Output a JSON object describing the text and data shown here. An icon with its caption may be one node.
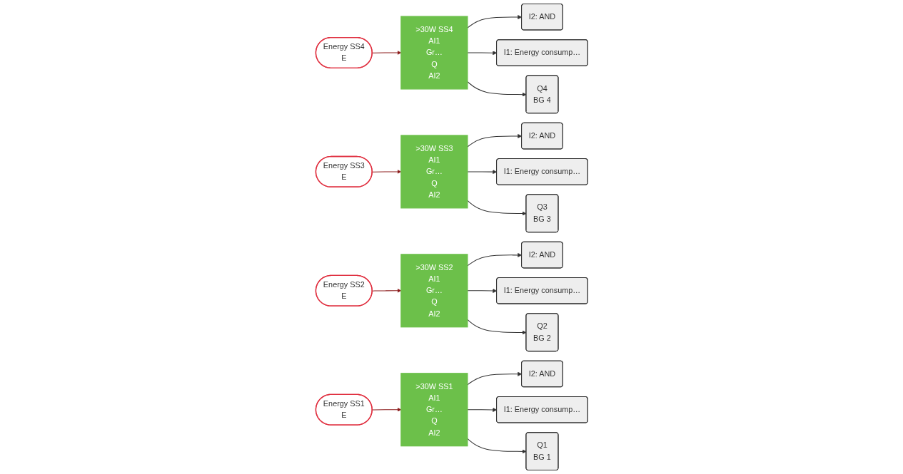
{
  "diagram": {
    "nodes": [
      {
        "text": [
          "Energy SS4",
          "E"
        ]
      },
      {
        "text": [
          ">30W SS4",
          "AI1",
          "Gr…",
          "Q",
          "AI2"
        ]
      },
      {
        "text": [
          "I2: AND"
        ]
      },
      {
        "text": [
          "I1: Energy consump…"
        ]
      },
      {
        "text": [
          "Q4",
          "BG 4"
        ]
      },
      {
        "text": [
          "Energy SS3",
          "E"
        ]
      },
      {
        "text": [
          ">30W SS3",
          "AI1",
          "Gr…",
          "Q",
          "AI2"
        ]
      },
      {
        "text": [
          "I2: AND"
        ]
      },
      {
        "text": [
          "I1: Energy consump…"
        ]
      },
      {
        "text": [
          "Q3",
          "BG 3"
        ]
      },
      {
        "text": [
          "Energy SS2",
          "E"
        ]
      },
      {
        "text": [
          ">30W SS2",
          "AI1",
          "Gr…",
          "Q",
          "AI2"
        ]
      },
      {
        "text": [
          "I2: AND"
        ]
      },
      {
        "text": [
          "I1: Energy consump…"
        ]
      },
      {
        "text": [
          "Q2",
          "BG 2"
        ]
      },
      {
        "text": [
          "Energy SS1",
          "E"
        ]
      },
      {
        "text": [
          ">30W SS1",
          "AI1",
          "Gr…",
          "Q",
          "AI2"
        ]
      },
      {
        "text": [
          "I2: AND"
        ]
      },
      {
        "text": [
          "I1: Energy consump…"
        ]
      },
      {
        "text": [
          "Q1",
          "BG 1"
        ]
      }
    ],
    "edges": [
      {
        "from": 0,
        "to": 1,
        "arrow": "to",
        "color": "#8b1a1a"
      },
      {
        "from": 1,
        "to": 2,
        "arrow": "to"
      },
      {
        "from": 1,
        "to": 3,
        "arrow": "to"
      },
      {
        "from": 1,
        "to": 4,
        "arrow": "to"
      },
      {
        "from": 5,
        "to": 6,
        "arrow": "to",
        "color": "#8b1a1a"
      },
      {
        "from": 6,
        "to": 7,
        "arrow": "to"
      },
      {
        "from": 6,
        "to": 8,
        "arrow": "to"
      },
      {
        "from": 6,
        "to": 9,
        "arrow": "to"
      },
      {
        "from": 10,
        "to": 11,
        "arrow": "to",
        "color": "#8b1a1a"
      },
      {
        "from": 11,
        "to": 12,
        "arrow": "to"
      },
      {
        "from": 11,
        "to": 13,
        "arrow": "to"
      },
      {
        "from": 11,
        "to": 14,
        "arrow": "to"
      },
      {
        "from": 15,
        "to": 16,
        "arrow": "to",
        "color": "#8b1a1a"
      },
      {
        "from": 16,
        "to": 17,
        "arrow": "to"
      },
      {
        "from": 16,
        "to": 18,
        "arrow": "to"
      },
      {
        "from": 16,
        "to": 19,
        "arrow": "to"
      }
    ]
  }
}
